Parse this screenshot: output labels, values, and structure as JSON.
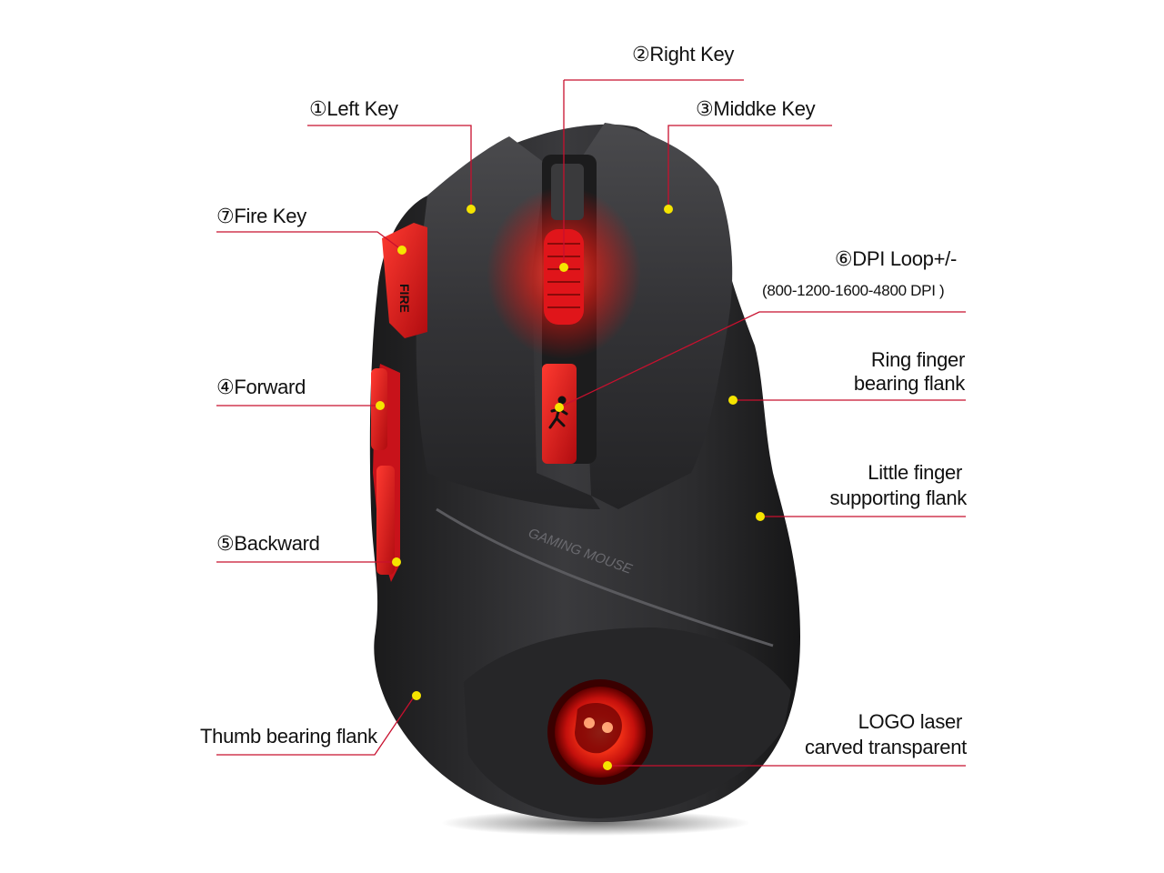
{
  "colors": {
    "background": "#ffffff",
    "leader_line": "#c8102e",
    "marker_dot": "#f5e400",
    "mouse_body": "#2a2a2c",
    "accent_red": "#d0121b",
    "glow_red": "#ff2020"
  },
  "callouts": {
    "right_key": "②Right Key",
    "left_key": "①Left Key",
    "middle_key": "③Middke Key",
    "fire_key": "⑦Fire Key",
    "dpi_loop": "⑥DPI Loop+/-",
    "dpi_range": "(800-1200-1600-4800 DPI )",
    "ring_finger_1": "Ring finger",
    "ring_finger_2": "bearing flank",
    "forward": "④Forward",
    "little_finger_1": "Little finger",
    "little_finger_2": "supporting flank",
    "backward": "⑤Backward",
    "thumb": "Thumb bearing flank",
    "logo_1": "LOGO laser",
    "logo_2": "carved transparent"
  },
  "mouse": {
    "fire_button_text": "FIRE",
    "body_print": "GAMING MOUSE"
  }
}
